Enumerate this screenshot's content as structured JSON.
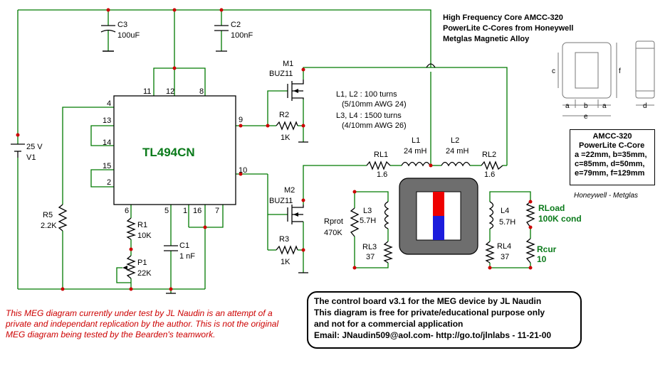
{
  "header": {
    "line1": "High Frequency Core AMCC-320",
    "line2": "PowerLite C-Cores from Honeywell",
    "line3": "Metglas Magnetic Alloy"
  },
  "core_dims": {
    "c": "c",
    "f": "f",
    "a1": "a",
    "b": "b",
    "a2": "a",
    "e": "e",
    "d": "d"
  },
  "spec": {
    "title": "AMCC-320",
    "subtitle": "PowerLite C-Core",
    "l1": "a =22mm, b=35mm,",
    "l2": "c=85mm, d=50mm,",
    "l3": "e=79mm, f=129mm"
  },
  "credit": "Honeywell - Metglas",
  "chip": {
    "name": "TL494CN",
    "pins": [
      "11",
      "12",
      "8",
      "4",
      "13",
      "14",
      "15",
      "2",
      "9",
      "10",
      "6",
      "5",
      "1",
      "16",
      "7"
    ]
  },
  "components": {
    "c3": "C3",
    "c3v": "100uF",
    "c2": "C2",
    "c2v": "100nF",
    "v1": "25 V",
    "v1n": "V1",
    "m1": "M1",
    "m1t": "BUZ11",
    "m2": "M2",
    "m2t": "BUZ11",
    "r2": "R2",
    "r2v": "1K",
    "r3": "R3",
    "r3v": "1K",
    "r5": "R5",
    "r5v": "2.2K",
    "r1": "R1",
    "r1v": "10K",
    "p1": "P1",
    "p1v": "22K",
    "c1": "C1",
    "c1v": "1 nF",
    "l1": "L1",
    "l1v": "24 mH",
    "l2": "L2",
    "l2v": "24 mH",
    "rl1": "RL1",
    "rl1v": "1.6",
    "rl2": "RL2",
    "rl2v": "1.6",
    "l3": "L3",
    "l3v": "5.7H",
    "rl3": "RL3",
    "rl3v": "37",
    "l4": "L4",
    "l4v": "5.7H",
    "rl4": "RL4",
    "rl4v": "37",
    "rprot": "Rprot",
    "rprotv": "470K",
    "rload": "RLoad",
    "rloadv": "100K cond",
    "rcur": "Rcur",
    "rcurv": "10"
  },
  "turns": {
    "t1": "L1, L2 : 100 turns",
    "t2": "(5/10mm AWG 24)",
    "t3": "L3, L4 : 1500 turns",
    "t4": "(4/10mm AWG 26)"
  },
  "note": {
    "l1": "This MEG diagram currently under test by JL Naudin is an attempt of a",
    "l2": "private and independant replication by the author. This is not the original",
    "l3": "MEG diagram being tested by the Bearden's teamwork."
  },
  "footer": {
    "l1": "The control board v3.1 for the MEG device by JL Naudin",
    "l2": "This diagram is free for private/educational purpose only",
    "l3": "and not for a commercial application",
    "l4": "Email: JNaudin509@aol.com- http://go.to/jlnlabs - 11-21-00"
  },
  "colors": {
    "wire": "#007a00",
    "node": "#cc0000",
    "chip_text": "#0a7a1a",
    "magnet_n": "#ee0000",
    "magnet_s": "#1c1cdc",
    "core": "#6e6e6e"
  }
}
